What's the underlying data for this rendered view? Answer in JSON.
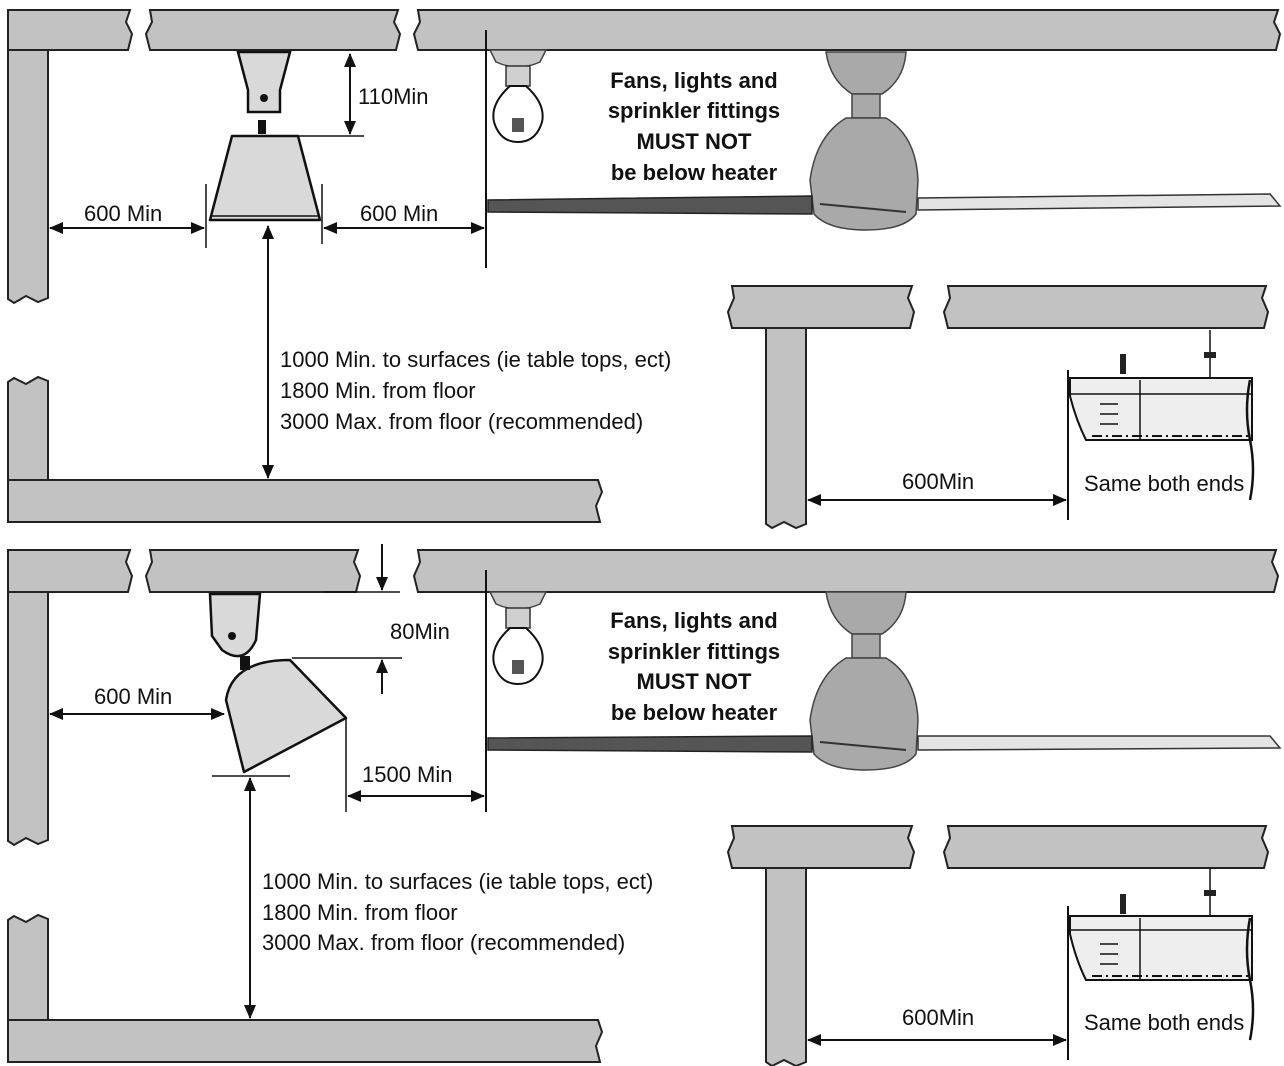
{
  "dims": {
    "side_clearance": "600 Min",
    "top_clearance_pendant": "110Min",
    "top_clearance_angled": "80Min",
    "front_clearance_angled": "1500 Min",
    "end_clearance": "600Min"
  },
  "vertical_notes": [
    "1000 Min. to surfaces (ie table tops, ect)",
    "1800 Min. from floor",
    "3000 Max. from floor (recommended)"
  ],
  "warning": [
    "Fans, lights and",
    "sprinkler fittings",
    "MUST NOT",
    "be below heater"
  ],
  "end_note": "Same both ends"
}
